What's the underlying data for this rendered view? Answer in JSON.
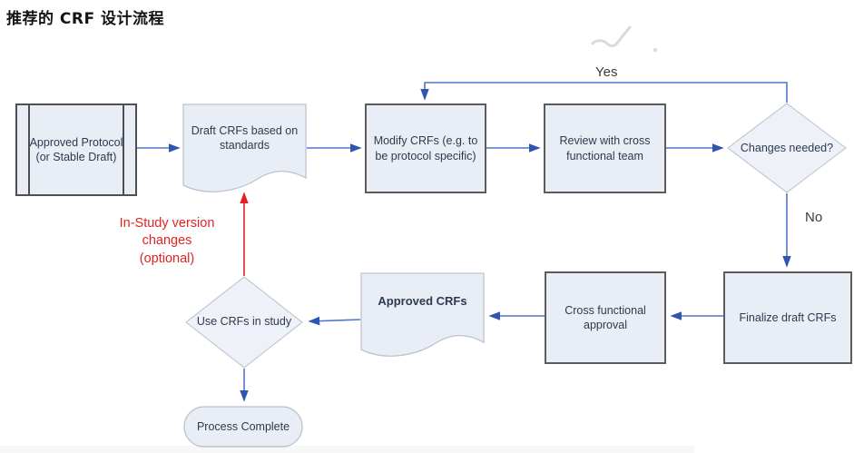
{
  "title": "推荐的 CRF 设计流程",
  "flowchart": {
    "nodes": {
      "approved_protocol": {
        "label": "Approved Protocol (or Stable Draft)",
        "type": "predefined-process"
      },
      "draft_crfs": {
        "label": "Draft CRFs based on standards",
        "type": "document"
      },
      "modify_crfs": {
        "label": "Modify CRFs (e.g. to be protocol specific)",
        "type": "process"
      },
      "review_team": {
        "label": "Review with cross functional team",
        "type": "process"
      },
      "changes_needed": {
        "label": "Changes needed?",
        "type": "decision"
      },
      "finalize_draft": {
        "label": "Finalize draft CRFs",
        "type": "process"
      },
      "cross_functional_approval": {
        "label": "Cross functional approval",
        "type": "process"
      },
      "approved_crfs": {
        "label": "Approved CRFs",
        "type": "document"
      },
      "use_crfs": {
        "label": "Use CRFs in study",
        "type": "decision"
      },
      "process_complete": {
        "label": "Process Complete",
        "type": "terminator"
      }
    },
    "edge_labels": {
      "yes": "Yes",
      "no": "No"
    },
    "annotation": {
      "in_study": "In-Study version\nchanges\n(optional)"
    },
    "colors": {
      "node_fill": "#e9edf6",
      "process_border": "#5c5c5c",
      "soft_border": "#bcc3cf",
      "arrow_blue": "#4f76cb",
      "arrowhead_blue": "#2e55b2",
      "annotation_red": "#e32222",
      "watermark_gray": "#dadada"
    }
  }
}
